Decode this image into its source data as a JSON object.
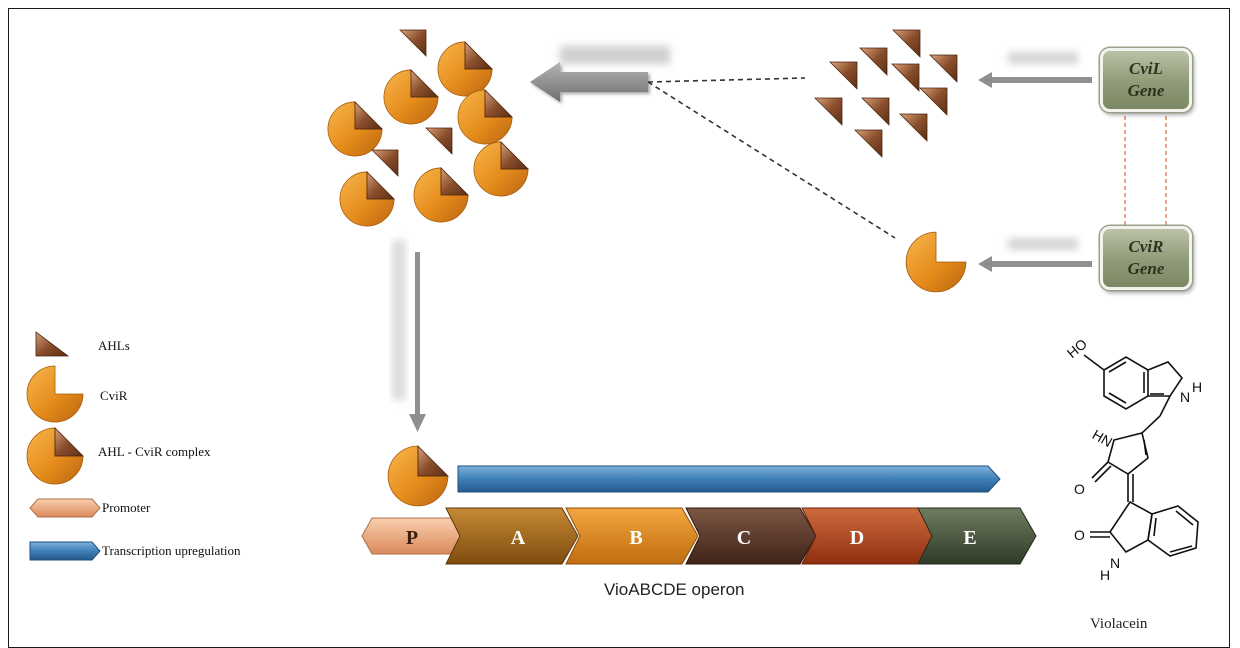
{
  "genes": {
    "cvil": [
      "CviL",
      "Gene"
    ],
    "cvir": [
      "CviR",
      "Gene"
    ]
  },
  "legend": {
    "ahls": "AHLs",
    "cvir": "CviR",
    "complex": "AHL  - CviR complex",
    "promoter": "Promoter",
    "transcription": "Transcription upregulation"
  },
  "operon": {
    "segments": [
      "P",
      "A",
      "B",
      "C",
      "D",
      "E"
    ],
    "caption": "VioABCDE operon"
  },
  "molecule": {
    "caption": "Violacein",
    "atoms": {
      "ho": "HO",
      "nh_indole": "N",
      "h_indole": "H",
      "hn_pyrrolone": "HN",
      "o_pyrrolone": "O",
      "o_oxindole": "O",
      "n_oxindole": "N",
      "h_oxindole": "H"
    }
  },
  "colors": {
    "ahl_dark": "#6b3a1f",
    "ahl_light": "#c8926a",
    "cvir_orange": "#e08a1e",
    "cvir_light": "#f5b04a",
    "promoter": "#f0b48c",
    "transcription": "#3f7fb8",
    "seg_a": "#a86a18",
    "seg_b": "#e08b1e",
    "seg_c": "#5e3c2c",
    "seg_d": "#b4461e",
    "seg_e": "#4b5a40",
    "gene_box": "#8f9a78",
    "arrow_grey": "#8c8c8c"
  }
}
